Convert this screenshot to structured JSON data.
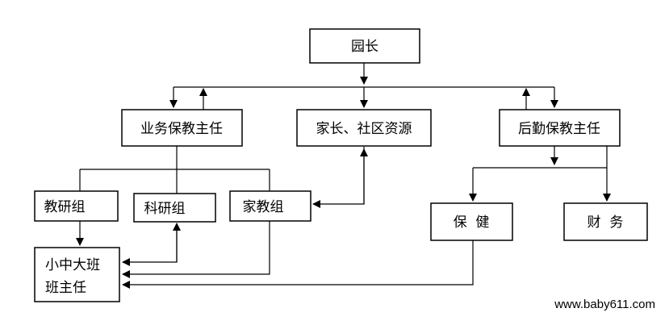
{
  "nodes": {
    "director": "园长",
    "academic": "业务保教主任",
    "parents": "家长、社区资源",
    "logistics": "后勤保教主任",
    "teaching_group": "教研组",
    "research_group": "科研组",
    "home_edu_group": "家教组",
    "class_teacher_line1": "小中大班",
    "class_teacher_line2": "班主任",
    "health": "保  健",
    "finance": "财  务"
  },
  "watermark": "www.baby611.com",
  "colors": {
    "stroke": "#000000",
    "background": "#ffffff"
  }
}
